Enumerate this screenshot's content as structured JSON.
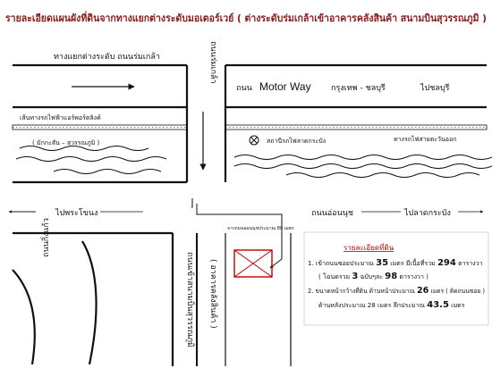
{
  "title": "รายละเอียดแผนผังที่ดินจากทางแยกต่างระดับมอเตอร์เวย์ ( ต่างระดับร่มเกล้าเข้าอาคารคลังสินค้า สนามบินสุวรรณภูมิ )",
  "labels": {
    "top_left_road": "ทางแยกต่างระดับ ถนนร่มเกล้า",
    "romklao": "ถนนร่มเกล้า",
    "motorway_prefix": "ถนน",
    "motorway_name": "Motor Way",
    "motorway_suffix": "กรุงเทพ - ชลบุรี",
    "to_chonburi": "ไปชลบุรี",
    "airport_rail": "เส้นทางรถไฟฟ้าแอร์พอร์ตลิงค์",
    "canal": "( มักกะสัน – สุวรรณภูมิ )",
    "station": "สถานีรถไฟลาดกระบัง",
    "eastern_rail": "ทางรถไฟสายตะวันออก",
    "to_phrakanong": "ไปพระโขนง",
    "onnut_road": "ถนนอ่อนนุช",
    "to_latkrabang": "ไปลาดกระบัง",
    "distance_note": "จากถนนอ่อนนุชประมาณ 80 เมตร",
    "kingkaew": "ถนนกิ่งแก้ว",
    "access_road": "ถนนเข้าสนามบินสุวรรณภูมิ",
    "warehouse_side": "( อาคารคลังสินค้า )"
  },
  "info": {
    "heading": "รายละเอียดที่ดิน",
    "item1_a": "1. เข้าถนนซอยประมาณ",
    "item1_b": "35",
    "item1_c": "เมตร มีเนื้อที่รวม",
    "item1_d": "294",
    "item1_e": "ตารางวา",
    "item1_2a": "( โฉนดรวม",
    "item1_2b": "3",
    "item1_2c": "ฉบับๆละ",
    "item1_2d": "98",
    "item1_2e": "ตารางวา )",
    "item2_a": "2. ขนาดหน้ากว้างที่ดิน ด้านหน้าประมาณ",
    "item2_b": "26",
    "item2_c": "เมตร ( ติดถนนซอย )",
    "item2_2a": "ด้านหลังประมาณ 28 เมตร ลึกประมาณ",
    "item2_2b": "43.5",
    "item2_2c": "เมตร"
  },
  "colors": {
    "title": "#8b1a1a",
    "plot_border": "#c00000",
    "info_heading": "#c00000",
    "lines": "#111111"
  }
}
